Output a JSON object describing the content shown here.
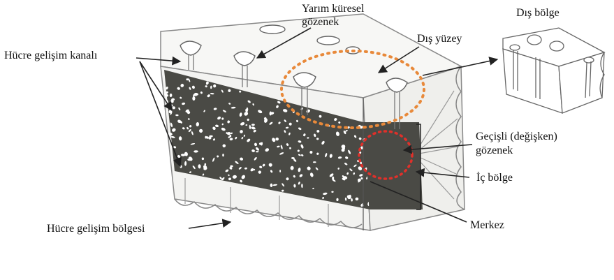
{
  "labels": {
    "hemispherical_pore_line1": "Yarım küresel",
    "hemispherical_pore_line2": "gözenek",
    "outer_region": "Dış bölge",
    "outer_surface": "Dış yüzey",
    "cell_growth_channel": "Hücre gelişim kanalı",
    "transitional_pore_line1": "Geçişli (değişken)",
    "transitional_pore_line2": "gözenek",
    "inner_region": "İç bölge",
    "center": "Merkez",
    "cell_growth_region": "Hücre gelişim bölgesi"
  },
  "colors": {
    "line": "#222222",
    "outline": "#8a8a8a",
    "porous_fill": "#4a4a45",
    "outer_surface_ring": "#e8893a",
    "transitional_ring": "#e0302a"
  }
}
